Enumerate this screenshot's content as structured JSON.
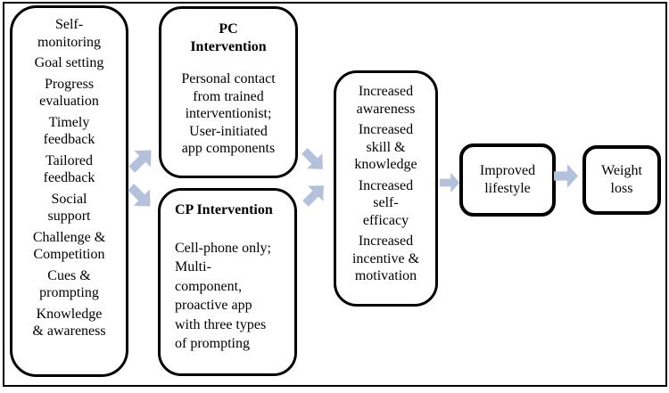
{
  "diagram": {
    "strategies": {
      "items": [
        "Self-monitoring",
        "Goal setting",
        "Progress evaluation",
        "Timely feedback",
        "Tailored feedback",
        "Social support",
        "Challenge & Competition",
        "Cues & prompting",
        "Knowledge & awareness"
      ]
    },
    "pc_intervention": {
      "title": "PC Intervention",
      "body": "Personal contact from trained interventionist; User-initiated app components"
    },
    "cp_intervention": {
      "title": "CP Intervention",
      "body": "Cell-phone only; Multi-component, proactive app with three types of prompting"
    },
    "outcomes": {
      "items": [
        "Increased awareness",
        "Increased skill & knowledge",
        "Increased self-efficacy",
        "Increased incentive & motivation"
      ]
    },
    "improved_lifestyle": "Improved lifestyle",
    "weight_loss": "Weight loss",
    "colors": {
      "arrow_fill": "#b3c1dd",
      "box_border": "#000000",
      "box_fill": "#ffffff"
    }
  }
}
